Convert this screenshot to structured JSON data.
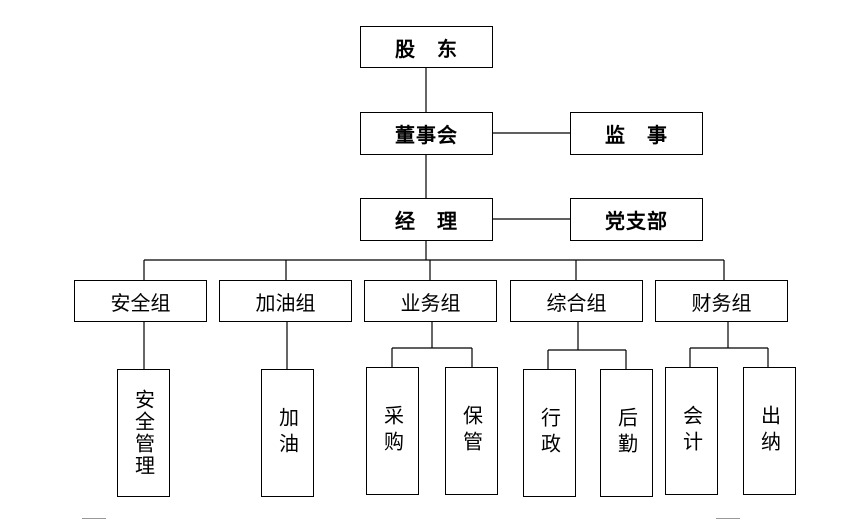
{
  "top": {
    "shareholders": "股　东",
    "board": "董事会",
    "supervisor": "监　事",
    "manager": "经　理",
    "party": "党支部"
  },
  "groups": [
    {
      "name": "安全组",
      "units": [
        "安全管理"
      ]
    },
    {
      "name": "加油组",
      "units": [
        "加油"
      ]
    },
    {
      "name": "业务组",
      "units": [
        "采购",
        "保管"
      ]
    },
    {
      "name": "综合组",
      "units": [
        "行政",
        "后勤"
      ]
    },
    {
      "name": "财务组",
      "units": [
        "会计",
        "出纳"
      ]
    }
  ]
}
